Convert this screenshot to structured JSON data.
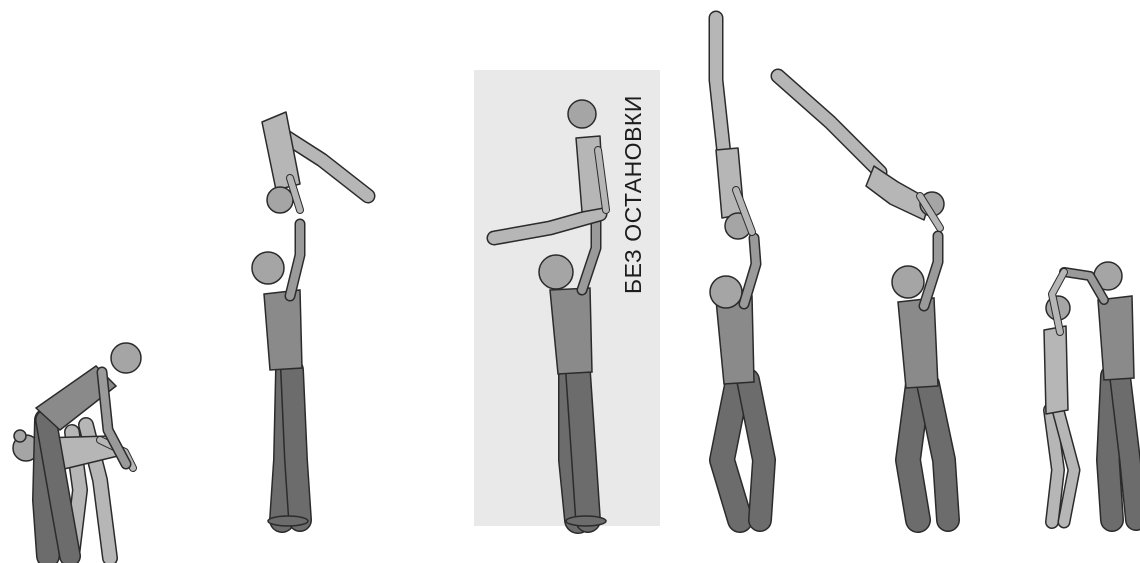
{
  "figure": {
    "caption": "БЕЗ ОСТАНОВКИ",
    "highlight_color": "#e9e9e9",
    "colors": {
      "top_partner": "#b6b6b6",
      "base_partner_torso": "#8a8a8a",
      "base_partner_legs": "#6c6c6c",
      "outline": "#2b2b2b"
    },
    "frames": [
      "frame-1-crouch-grip",
      "frame-2-hand-to-hand-pike",
      "frame-3-overhead-straddle-hold",
      "frame-4-handstand-rise",
      "frame-5-arch-descent",
      "frame-6-dismount-stand"
    ]
  }
}
